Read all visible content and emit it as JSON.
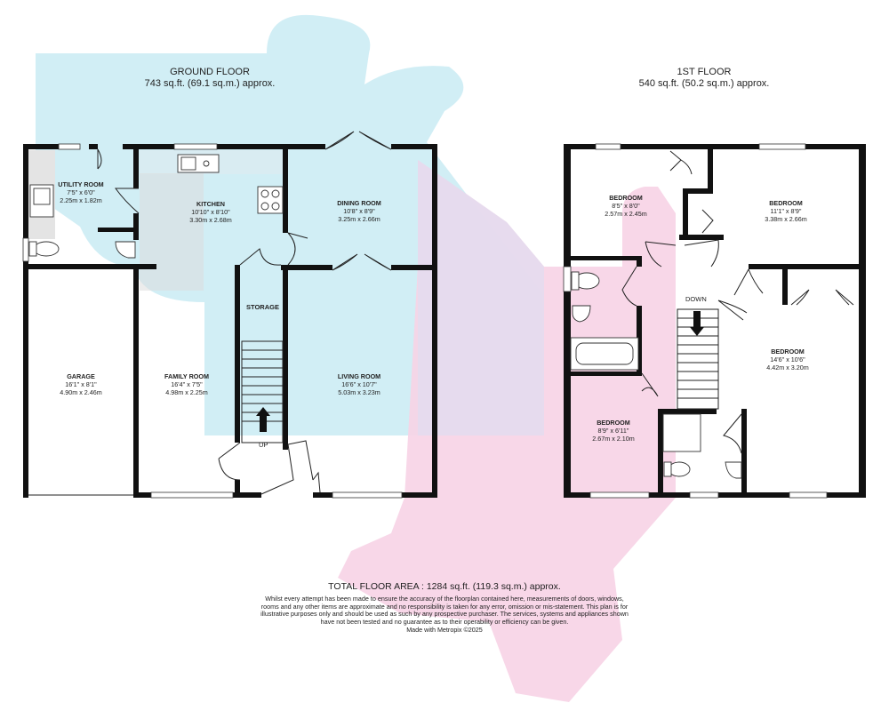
{
  "ground_floor": {
    "title": "GROUND FLOOR",
    "area": "743 sq.ft. (69.1 sq.m.) approx.",
    "rooms": [
      {
        "name": "UTILITY ROOM",
        "imperial": "7'5\"  x 6'0\"",
        "metric": "2.25m  x 1.82m"
      },
      {
        "name": "KITCHEN",
        "imperial": "10'10\"  x 8'10\"",
        "metric": "3.30m  x 2.68m"
      },
      {
        "name": "DINING ROOM",
        "imperial": "10'8\"  x 8'9\"",
        "metric": "3.25m  x 2.66m"
      },
      {
        "name": "GARAGE",
        "imperial": "16'1\"  x 8'1\"",
        "metric": "4.90m  x 2.46m"
      },
      {
        "name": "FAMILY ROOM",
        "imperial": "16'4\"  x 7'5\"",
        "metric": "4.98m  x 2.25m"
      },
      {
        "name": "LIVING ROOM",
        "imperial": "16'6\"  x 10'7\"",
        "metric": "5.03m  x 3.23m"
      }
    ],
    "storage_label": "STORAGE",
    "stair_label": "UP"
  },
  "first_floor": {
    "title": "1ST FLOOR",
    "area": "540 sq.ft. (50.2 sq.m.) approx.",
    "rooms": [
      {
        "name": "BEDROOM",
        "imperial": "8'5\"  x 8'0\"",
        "metric": "2.57m  x 2.45m"
      },
      {
        "name": "BEDROOM",
        "imperial": "11'1\"  x 8'9\"",
        "metric": "3.38m  x 2.66m"
      },
      {
        "name": "BEDROOM",
        "imperial": "14'6\"  x 10'6\"",
        "metric": "4.42m  x 3.20m"
      },
      {
        "name": "BEDROOM",
        "imperial": "8'9\"  x 6'11\"",
        "metric": "2.67m  x 2.10m"
      }
    ],
    "stair_label": "DOWN"
  },
  "footer": {
    "total": "TOTAL FLOOR AREA : 1284 sq.ft. (119.3 sq.m.) approx.",
    "disclaimer": "Whilst every attempt has been made to ensure the accuracy of the floorplan contained here, measurements of doors, windows, rooms and any other items are approximate and no responsibility is taken for any error, omission or mis-statement. This plan is for illustrative purposes only and should be used as such by any prospective purchaser. The services, systems and appliances shown have not been tested and no guarantee as to their operability or efficiency can be given.",
    "made_with": "Made with Metropix ©2025"
  },
  "colors": {
    "wall": "#111111",
    "watermark_blue": "#c9ebf3",
    "watermark_pink": "#f7d3e6",
    "watermark_overlap": "#e4dbee"
  }
}
